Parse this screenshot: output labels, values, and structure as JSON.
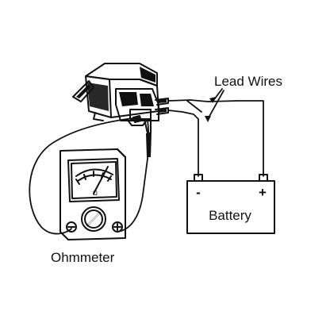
{
  "labels": {
    "lead_wires": "Lead Wires",
    "battery": "Battery",
    "ohmmeter": "Ohmmeter",
    "negative": "-",
    "positive": "+"
  },
  "meter": {
    "dial_mark": "Ω",
    "terminal_negative": "⊖",
    "terminal_positive": "⊕"
  },
  "colors": {
    "ink": "#111111",
    "background": "#ffffff"
  }
}
